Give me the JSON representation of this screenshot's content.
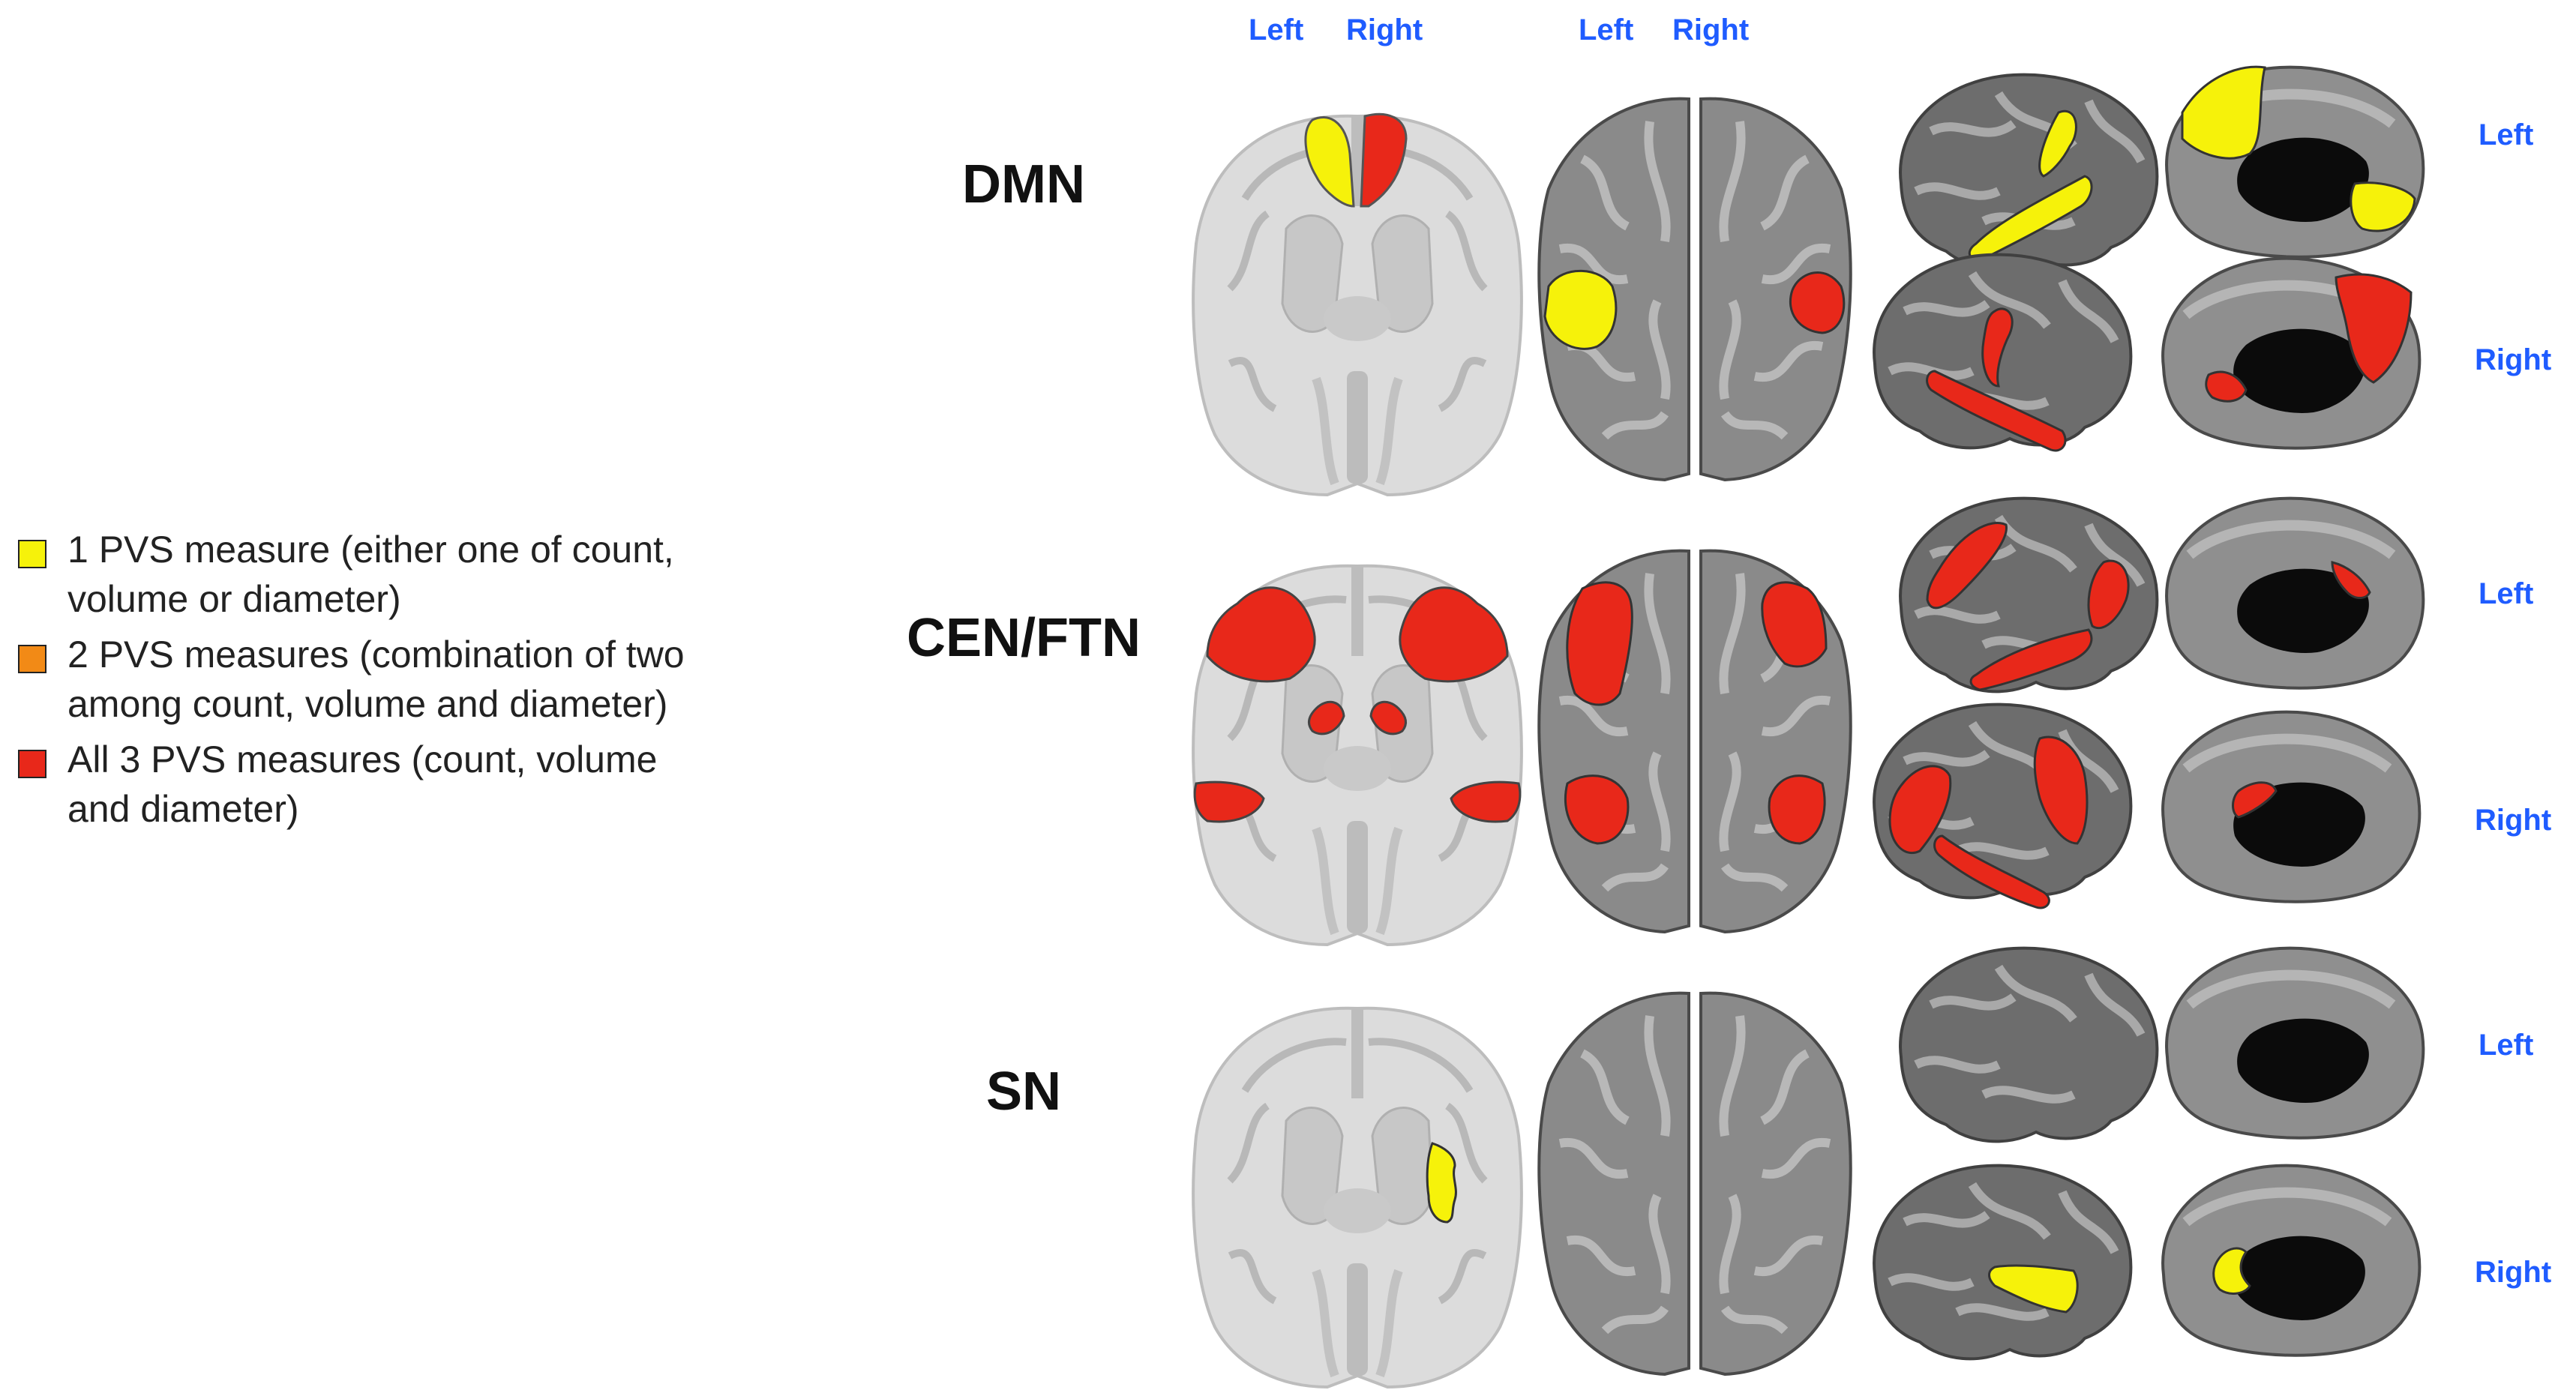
{
  "top_labels": {
    "left": "Left",
    "right": "Right"
  },
  "side_labels": {
    "left": "Left",
    "right": "Right"
  },
  "legend": [
    {
      "color": "#f6f20a",
      "text_line1": "1 PVS measure (either one of count,",
      "text_line2": "volume or diameter)"
    },
    {
      "color": "#f28a16",
      "text_line1": "2 PVS measures (combination of two",
      "text_line2": "among count, volume and diameter)"
    },
    {
      "color": "#e8281a",
      "text_line1": "All 3 PVS measures (count, volume",
      "text_line2": "and diameter)"
    }
  ],
  "networks": [
    {
      "label": "DMN"
    },
    {
      "label": "CEN/FTN"
    },
    {
      "label": "SN"
    }
  ],
  "colors": {
    "yellow": "#f6f20a",
    "orange": "#f28a16",
    "red": "#e8281a",
    "label_blue": "#1f5cff"
  }
}
